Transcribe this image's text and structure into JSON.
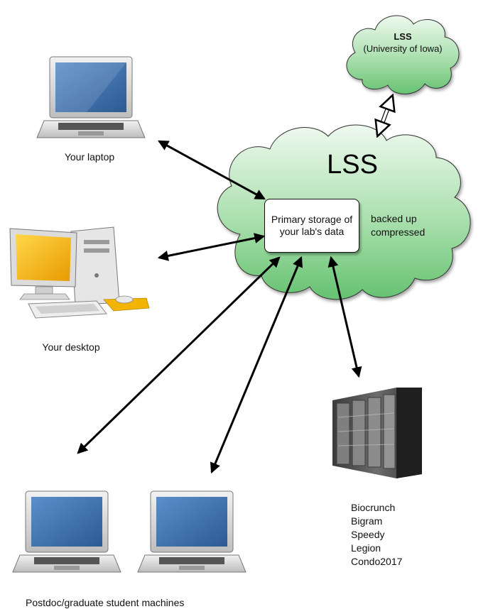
{
  "cloud_remote": {
    "title": "LSS",
    "subtitle": "(University of Iowa)"
  },
  "cloud_main": {
    "title": "LSS",
    "storage_box": "Primary storage of your lab's data",
    "note_line1": "backed up",
    "note_line2": "compressed"
  },
  "devices": {
    "laptop": "Your laptop",
    "desktop": "Your desktop",
    "student_machines": "Postdoc/graduate student machines"
  },
  "servers": {
    "names": [
      "Biocrunch",
      "Bigram",
      "Speedy",
      "Legion",
      "Condo2017"
    ]
  },
  "icons": {
    "laptop": "laptop-icon",
    "desktop": "desktop-computer-icon",
    "server": "server-rack-icon",
    "cloud": "cloud-icon"
  },
  "colors": {
    "cloud_fill_top": "#e8f7e8",
    "cloud_fill_bottom": "#6fc77a",
    "arrow": "#000000",
    "screen_blue": "#3a6ea8",
    "desktop_screen": "#f5b400"
  }
}
